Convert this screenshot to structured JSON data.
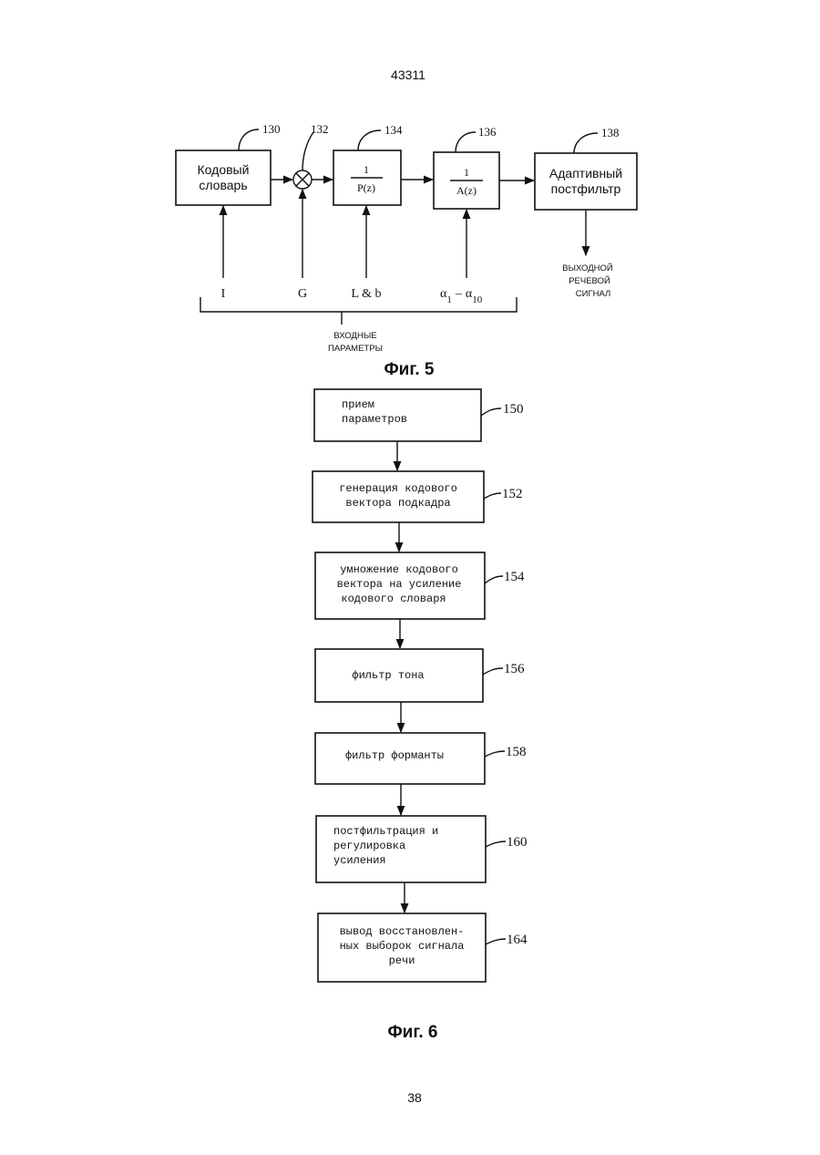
{
  "page": {
    "header_number": "43311",
    "page_number": "38"
  },
  "fig5": {
    "caption": "Фиг. 5",
    "codebook": {
      "line1": "Кодовый",
      "line2": "словарь",
      "ref": "130"
    },
    "multiplier": {
      "ref": "132"
    },
    "pitch_filter": {
      "numerator": "1",
      "denominator": "P(z)",
      "ref": "134"
    },
    "formant_filter": {
      "numerator": "1",
      "denominator": "A(z)",
      "ref": "136"
    },
    "postfilter": {
      "line1": "Адаптивный",
      "line2": "постфильтр",
      "ref": "138"
    },
    "output_label": {
      "line1": "ВЫХОДНОЙ",
      "line2": "РЕЧЕВОЙ",
      "line3": "СИГНАЛ"
    },
    "inputs": {
      "i": "I",
      "g": "G",
      "lb": "L & b",
      "alpha_start": "α",
      "alpha_sub1": "1",
      "alpha_dash": "–",
      "alpha_end": "α",
      "alpha_sub2": "10"
    },
    "input_params": {
      "line1": "ВХОДНЫЕ",
      "line2": "ПАРАМЕТРЫ"
    }
  },
  "fig6": {
    "caption": "Фиг. 6",
    "steps": [
      {
        "ref": "150",
        "lines": [
          "прием",
          "параметров"
        ]
      },
      {
        "ref": "152",
        "lines": [
          "генерация кодового",
          "вектора подкадра"
        ]
      },
      {
        "ref": "154",
        "lines": [
          "умножение кодового",
          "вектора на усиление",
          "кодового словаря"
        ]
      },
      {
        "ref": "156",
        "lines": [
          "фильтр тона"
        ]
      },
      {
        "ref": "158",
        "lines": [
          "фильтр форманты"
        ]
      },
      {
        "ref": "160",
        "lines": [
          "постфильтрация и",
          "регулировка",
          "усиления"
        ]
      },
      {
        "ref": "164",
        "lines": [
          "вывод восстановлен-",
          "ных выборок сигнала",
          "речи"
        ]
      }
    ]
  }
}
